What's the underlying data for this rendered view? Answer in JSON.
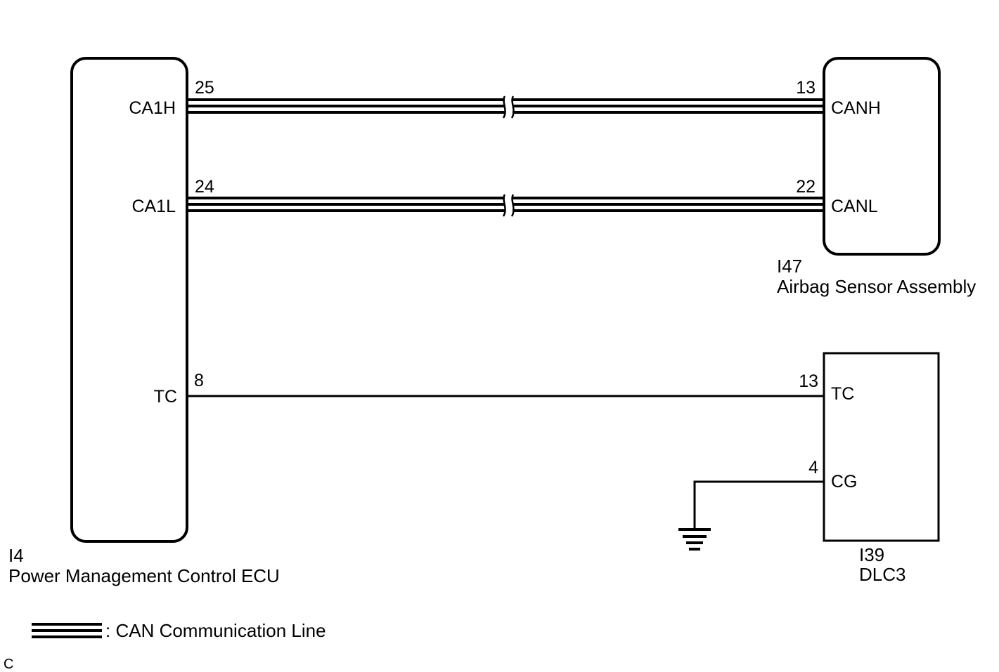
{
  "components": {
    "ecu": {
      "id": "I4",
      "name": "Power Management Control ECU",
      "pins": {
        "ca1h": {
          "signal": "CA1H",
          "number": "25"
        },
        "ca1l": {
          "signal": "CA1L",
          "number": "24"
        },
        "tc": {
          "signal": "TC",
          "number": "8"
        }
      }
    },
    "airbag": {
      "id": "I47",
      "name": "Airbag Sensor Assembly",
      "pins": {
        "canh": {
          "signal": "CANH",
          "number": "13"
        },
        "canl": {
          "signal": "CANL",
          "number": "22"
        }
      }
    },
    "dlc3": {
      "id": "I39",
      "name": "DLC3",
      "pins": {
        "tc": {
          "signal": "TC",
          "number": "13"
        },
        "cg": {
          "signal": "CG",
          "number": "4"
        }
      }
    }
  },
  "legend": {
    "can_line_label": ": CAN Communication Line"
  },
  "corner_mark": "C",
  "colors": {
    "line": "#000000",
    "background": "#ffffff"
  }
}
